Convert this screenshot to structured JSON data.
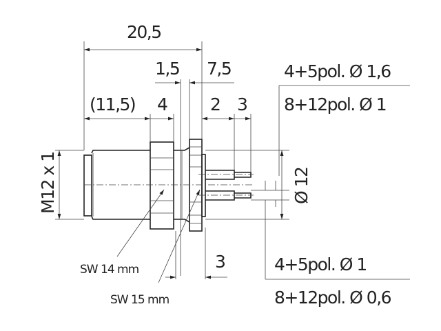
{
  "dimensions": {
    "overall_length": "20,5",
    "flange_offset": "1,5",
    "pin_length": "7,5",
    "thread_length": "(11,5)",
    "nut_width": "4",
    "pin_step_1": "2",
    "pin_step_2": "3",
    "flange_thickness": "3",
    "thread": "M12 x 1",
    "pcd": "Ø 12"
  },
  "pin_notes_top": [
    "4+5pol.  Ø 1,6",
    "8+12pol.  Ø 1"
  ],
  "pin_notes_bottom": [
    "4+5pol.  Ø 1",
    "8+12pol.  Ø 0,6"
  ],
  "labels": {
    "sw14": "SW 14 mm",
    "sw15": "SW 15 mm"
  }
}
